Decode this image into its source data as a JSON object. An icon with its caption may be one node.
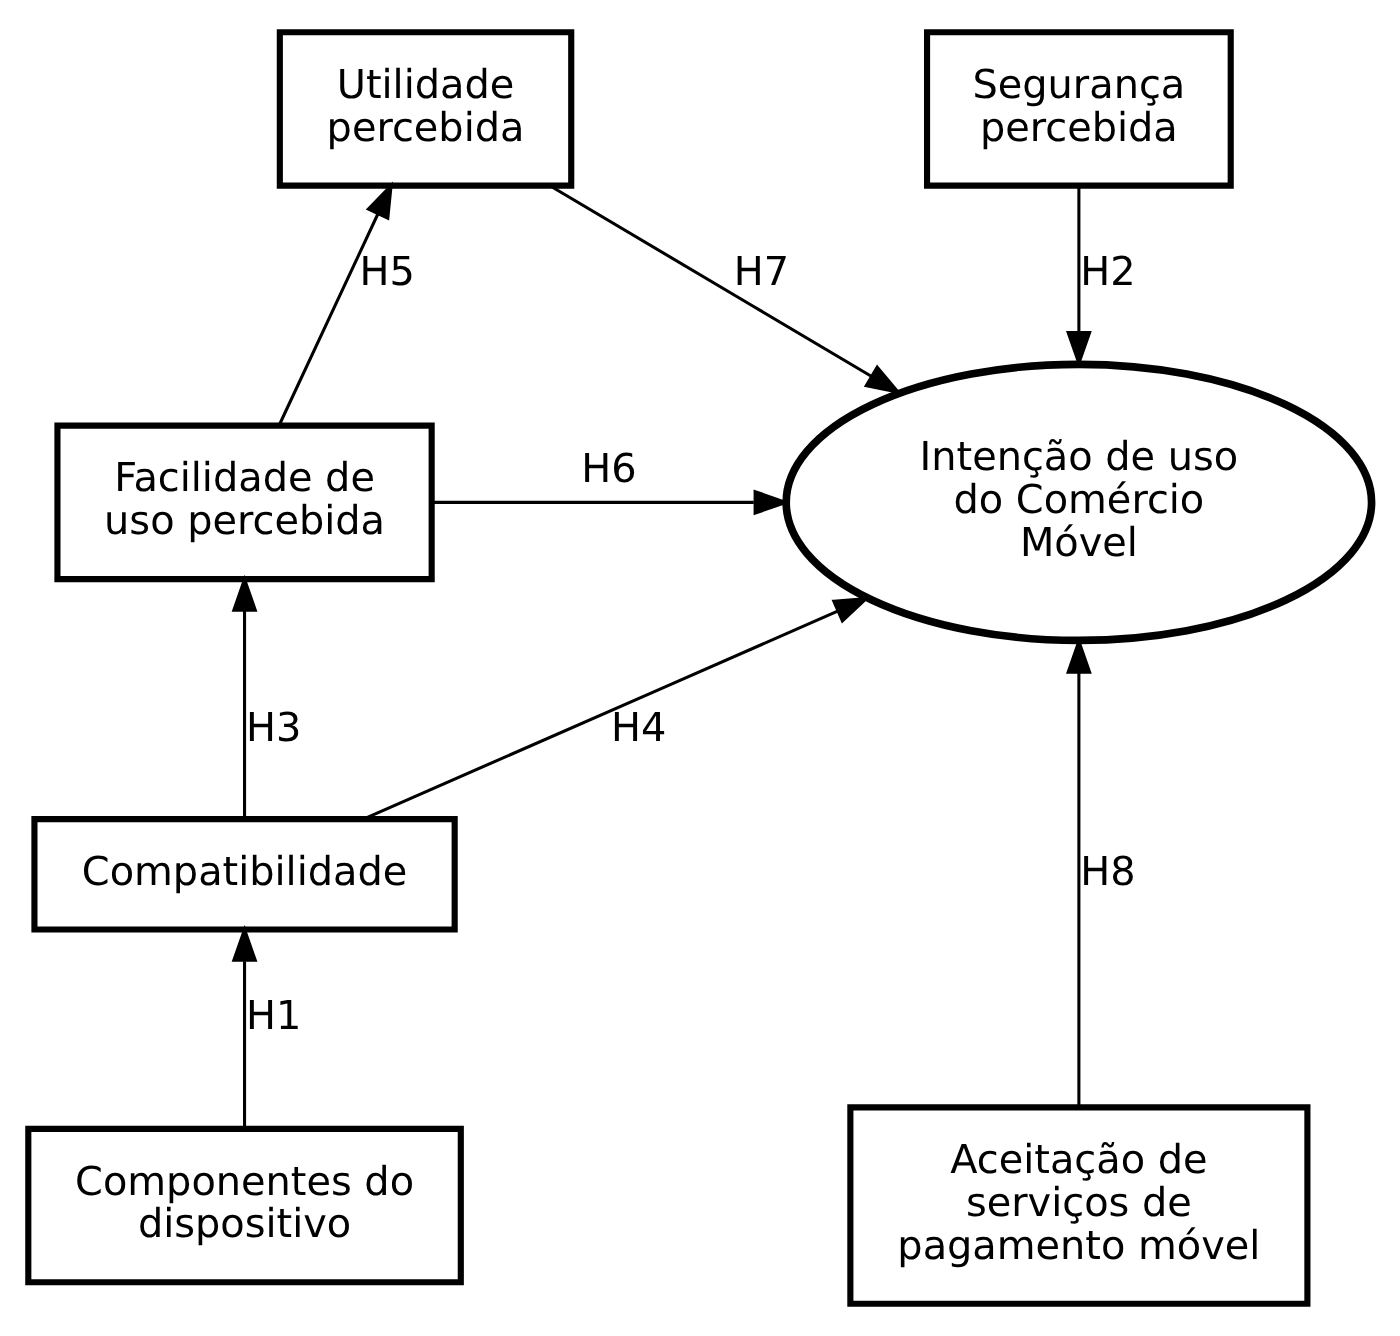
{
  "diagram": {
    "nodes": [
      {
        "text": [
          "Segurança percebida"
        ]
      },
      {
        "text": [
          "Utilidade percebida"
        ]
      },
      {
        "text": [
          "Facilidade de uso percebida"
        ]
      },
      {
        "text": [
          "Intenção de uso do Comércio Móvel"
        ]
      },
      {
        "text": [
          "Compatibilidade"
        ]
      },
      {
        "text": [
          "Aceitação de serviços de pagamento móvel"
        ]
      },
      {
        "text": [
          "Componentes do dispositivo"
        ]
      }
    ],
    "edges": [
      {
        "from": 6,
        "to": 4,
        "arrow": "to",
        "label": "H1"
      },
      {
        "from": 0,
        "to": 3,
        "arrow": "to",
        "label": "H2"
      },
      {
        "from": 4,
        "to": 2,
        "arrow": "to",
        "label": "H3"
      },
      {
        "from": 4,
        "to": 3,
        "arrow": "to",
        "label": "H4"
      },
      {
        "from": 2,
        "to": 1,
        "arrow": "to",
        "label": "H5"
      },
      {
        "from": 2,
        "to": 3,
        "arrow": "to",
        "label": "H6"
      },
      {
        "from": 1,
        "to": 3,
        "arrow": "to",
        "label": "H7"
      },
      {
        "from": 5,
        "to": 3,
        "arrow": "to",
        "label": "H8"
      }
    ]
  }
}
